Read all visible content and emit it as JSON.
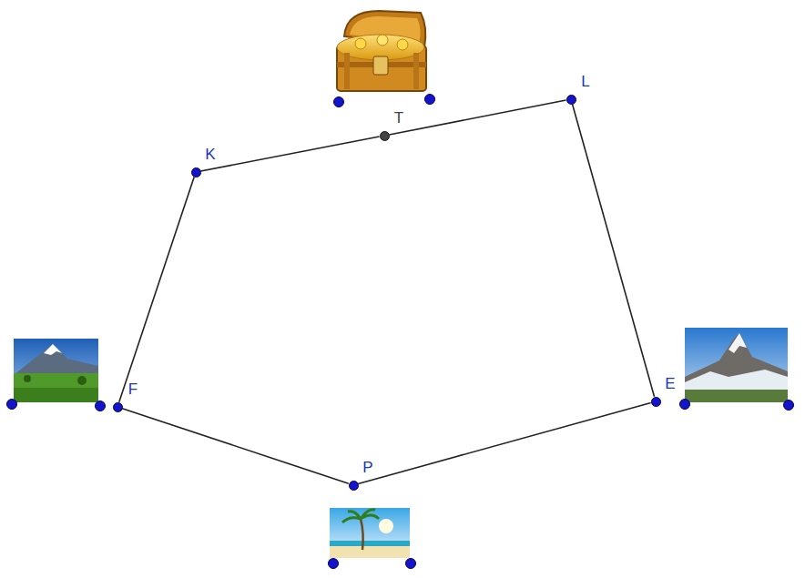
{
  "diagram": {
    "nodes": [
      {
        "text": [
          "L"
        ]
      },
      {
        "text": [
          "T"
        ]
      },
      {
        "text": [
          "K"
        ]
      },
      {
        "text": [
          "F"
        ]
      },
      {
        "text": [
          "E"
        ]
      },
      {
        "text": [
          "P"
        ]
      }
    ],
    "edges": [
      {
        "from": 2,
        "to": 1,
        "arrow": "none"
      },
      {
        "from": 1,
        "to": 0,
        "arrow": "none"
      },
      {
        "from": 0,
        "to": 4,
        "arrow": "none"
      },
      {
        "from": 4,
        "to": 5,
        "arrow": "none"
      },
      {
        "from": 5,
        "to": 3,
        "arrow": "none"
      },
      {
        "from": 3,
        "to": 2,
        "arrow": "none"
      }
    ]
  }
}
